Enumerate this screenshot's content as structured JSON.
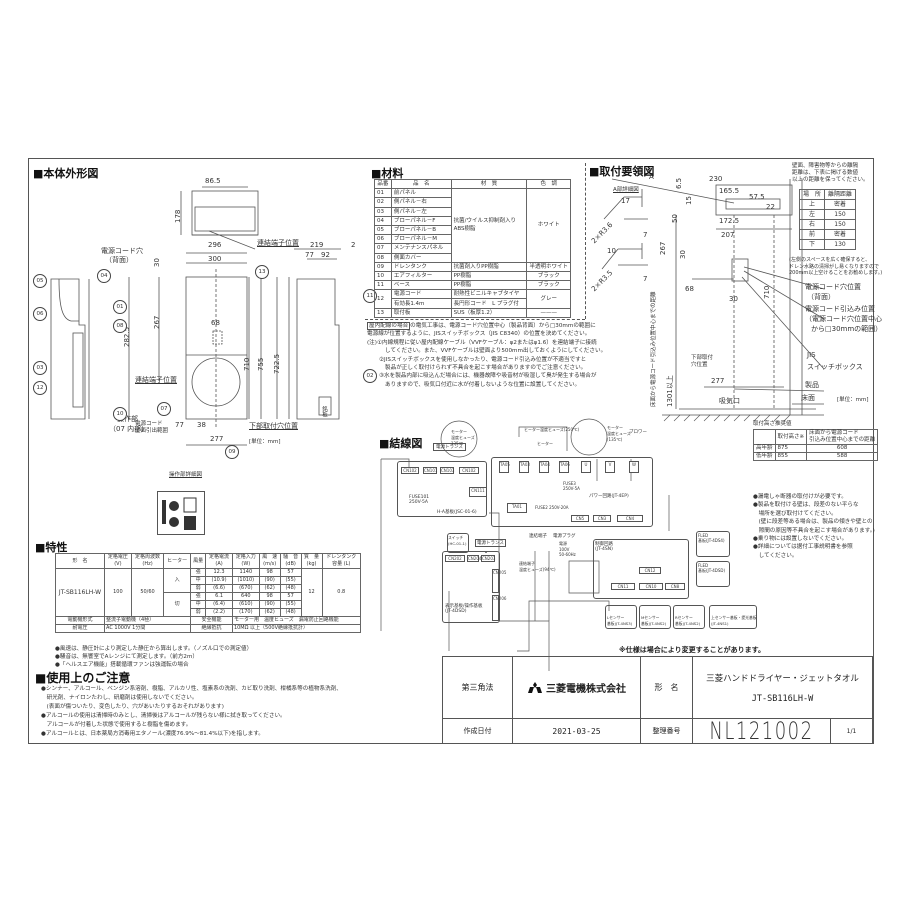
{
  "sections": {
    "exterior": "■本体外形図",
    "materials": "■材料",
    "install": "■取付要領図",
    "wiring": "■結線図",
    "specs": "■特性",
    "cautions": "■使用上のご注意"
  },
  "exterior": {
    "dims": {
      "top_w": "86.5",
      "top_h": "178",
      "w296": "296",
      "w300": "300",
      "d219": "219",
      "d77": "77",
      "d92": "92",
      "d2": "2",
      "h30": "30",
      "h267": "267",
      "h282_5": "282.5",
      "w68": "68",
      "h710": "710",
      "h755": "755",
      "h722_5": "722.5",
      "w77": "77",
      "w38": "38",
      "w277": "277"
    },
    "labels": {
      "cord_hole": "電源コード穴",
      "cord_hole_sub": "（背面）",
      "terminal_top": "連結端子位置",
      "terminal": "連結端子位置",
      "op_part": "操作部",
      "op_part_sub": "（07 内部）",
      "cord_range": "電源コード\n壁面引出範囲",
      "lower_hole": "下部取付穴位置",
      "unit": "[単位：mm]",
      "op_detail": "操作部詳細図",
      "nameplate": "銘板"
    },
    "bubbles": [
      "01",
      "02",
      "03",
      "04",
      "05",
      "06",
      "07",
      "08",
      "09",
      "10",
      "11",
      "12",
      "13"
    ]
  },
  "materials": {
    "headers": [
      "品番",
      "品　名",
      "材　質",
      "色　調"
    ],
    "rows": [
      {
        "no": "01",
        "name": "前パネル"
      },
      {
        "no": "02",
        "name": "側パネル－右"
      },
      {
        "no": "03",
        "name": "側パネル－左"
      },
      {
        "no": "04",
        "name": "ブローパネル－F"
      },
      {
        "no": "05",
        "name": "ブローパネル－B"
      },
      {
        "no": "06",
        "name": "ブローパネル－M"
      },
      {
        "no": "07",
        "name": "メンテナンスパネル"
      },
      {
        "no": "08",
        "name": "側面カバー"
      },
      {
        "no": "09",
        "name": "ドレンタンク",
        "material": "抗菌剤入りPP樹脂",
        "color": "半透明ホワイト"
      },
      {
        "no": "10",
        "name": "エアフィルター",
        "material": "PP樹脂",
        "color": "ブラック"
      },
      {
        "no": "11",
        "name": "ベース",
        "material": "PP樹脂",
        "color": "ブラック"
      },
      {
        "no": "12",
        "name": "電源コード",
        "name2": "有効長1.4m",
        "material": "耐熱性ビニルキャブタイヤ",
        "material2": "長円形コード　L プラグ付",
        "color": "グレー"
      },
      {
        "no": "13",
        "name": "取付板",
        "material": "SUS（板厚1.2）",
        "color": "———"
      }
    ],
    "group_material": "抗菌/ウイルス抑制剤入り\nABS樹脂",
    "group_color": "ホワイト"
  },
  "wiring_notes": {
    "line1_box": "屋内配線の場合",
    "line1": "の電気工事は、電源コード穴位置中心（製品背面）から□30mmの範囲に",
    "line2": "電源線が位置するように、JISスイッチボックス（JIS C8340）の位置を決めてください。",
    "line3": "(注)①内線規程に従い屋内配線ケーブル（VVFケーブル：φ2またはφ1.6）を連結端子に接続",
    "line4": "してください。また、VVFケーブルは壁面より500mm出しておくようにしてください。",
    "line5": "②JISスイッチボックスを使用しなかったり、電源コード引込み位置が不適当ですと",
    "line6": "製品が正しく取付けられず不具合を起こす場合がありますのでご注意ください。",
    "line7": "③水を製品内部に吸込んだ場合には、機器故障や吸音材が吸湿して臭が発生する場合が",
    "line8": "ありますので、吸気口付近に水が付着しないような位置に設置してください。"
  },
  "install": {
    "a_detail": "A部詳細図",
    "a_label": "A",
    "dims": {
      "d230": "230",
      "d165_5": "165.5",
      "d57_5": "57.5",
      "d6_5": "6.5",
      "d15": "15",
      "d50": "50",
      "d172_5": "172.5",
      "d207": "207",
      "d267": "267",
      "d30": "30",
      "d68": "68",
      "d30b": "30",
      "d710": "710",
      "d277": "277",
      "d1301": "1301以上",
      "d17": "17",
      "d7a": "7",
      "d10": "10",
      "d7b": "7",
      "r36": "2×R3.6",
      "r35": "2×R3.5",
      "d22": "22"
    },
    "labels": {
      "lower_hole": "下部取付\n穴位置",
      "intake": "吸気口",
      "floor_dist": "床面から電源コード引込み位置中心までの距離",
      "cord_hole": "電源コード穴位置",
      "cord_hole_sub": "（背面）",
      "cord_in": "電源コード引込み位置",
      "cord_in_sub1": "（電源コード穴位置中心",
      "cord_in_sub2": "から□30mmの範囲）",
      "jis": "JIS",
      "switch_box": "スイッチボックス",
      "product": "製品",
      "floor": "床面",
      "unit": "[単位：mm]"
    },
    "clearance_note": [
      "壁面、障害物等からの離隔",
      "距離は、下表に掲げる数値",
      "以上の距離を保ってください。"
    ],
    "clearance_headers": [
      "場　所",
      "離隔距離"
    ],
    "clearance_rows": [
      [
        "上",
        "密着"
      ],
      [
        "左",
        "150"
      ],
      [
        "右",
        "150"
      ],
      [
        "前",
        "密着"
      ],
      [
        "下",
        "130"
      ]
    ],
    "side_note": [
      "(左側のスペースを広く確保すると、",
      "ドレン水路の清掃がし易くなりますので",
      "200mm以上空けることをお勧めします。)"
    ],
    "height_title": "取付高さ推奨値",
    "height_headers": [
      "",
      "取付高さ※",
      "床面から電源コード\n引込み位置中心までの距離"
    ],
    "height_rows": [
      [
        "高年齢",
        "875",
        "608"
      ],
      [
        "低年齢",
        "855",
        "588"
      ]
    ]
  },
  "install_notes": [
    "●漏電しゃ断器の取付けが必要です。",
    "●製品を取付ける壁は、段差のない平らな",
    "　場所を選び取付けてください。",
    "　(壁に段差等ある場合は、製品の傾きや壁との",
    "　隙間の原因等不具合を起こす場合があります。)",
    "●乗り物には設置しないでください。",
    "●詳細については据付工事説明書を参照",
    "　してください。"
  ],
  "wiring": {
    "boards": {
      "ha": "H-A基板(JSC-01-6)",
      "power": "パワー回路(JT-4EP)",
      "control": "制御回路\n(JT-4SN)",
      "display": "表示基板/操作基板\n(JT-4DSD)",
      "fled1": "FLED\n基板(JT-4DS4)",
      "fled2": "FLED\n基板(JT-4DSD)",
      "sensor_l": "Lセンサー\n基板(JT-4NS3)",
      "sensor_m": "Mセンサー\n基板(JT-4NS2)",
      "sensor_r": "Rセンサー\n基板(JT-4NS2)",
      "sensor_top": "上センサー基板・提光基板\n(JT-4NS1)",
      "switch": "スイッチ\n(HC-01-1)"
    },
    "parts": {
      "trans": "電源トランス",
      "motor_fuse": "モーター\n温度ヒューズ\n135℃",
      "fuse101": "FUSE101\n250V-5A",
      "heater_grp": "ヒーター（ヒーター）",
      "heater_fuse": "ヒーター温度ヒューズ(250℃)",
      "heater": "ヒーター",
      "blower_fuse": "モーター\n温度ヒューズ\n(135℃)",
      "blower": "ブロワー",
      "fuse3": "FUSE3\n250V-5A",
      "fuse2": "FUSE2 250V-20A",
      "terminal": "連結端子",
      "plug": "電源プラグ",
      "power": "電源\n100V\n50-60Hz",
      "terminal_fuse": "連結端子\n温度ヒューズ(94℃)",
      "trans2": "電源トランス"
    },
    "connectors": [
      "CN102",
      "CN101",
      "CN103",
      "CN102",
      "CN111",
      "TA05",
      "TA03",
      "TA04",
      "TA06",
      "TA07",
      "TA08",
      "TA09",
      "TA01",
      "TA02",
      "CN5",
      "CN3",
      "CN4",
      "CN12",
      "CN11",
      "CN10",
      "CN8",
      "CN18",
      "CN19",
      "CN20",
      "CN150",
      "CN201",
      "CN203",
      "CN204",
      "CN202",
      "CN205",
      "CN206"
    ],
    "motor_terms": [
      "U",
      "V",
      "W"
    ],
    "footnote": "※仕様は場合により変更することがあります。"
  },
  "specs": {
    "headers": [
      "形　名",
      "定格電圧\n(V)",
      "定格周波数\n(Hz)",
      "ヒーター",
      "風量",
      "定格電流\n(A)",
      "定格入力\n(W)",
      "風　速\n(m/s)",
      "騒　音\n(dB)",
      "質　量\n(kg)",
      "ドレンタンク\n容量 (L)"
    ],
    "model": "JT-SB116LH-W",
    "voltage": "100",
    "freq": "50/60",
    "heater_on": "入",
    "heater_off": "切",
    "modes": [
      "強",
      "中",
      "弱"
    ],
    "on_rows": [
      [
        "12.3",
        "1140",
        "98",
        "57"
      ],
      [
        "(10.9)",
        "(1010)",
        "(90)",
        "(55)"
      ],
      [
        "(6.6)",
        "(670)",
        "(62)",
        "(48)"
      ]
    ],
    "off_rows": [
      [
        "6.1",
        "640",
        "98",
        "57"
      ],
      [
        "(6.4)",
        "(610)",
        "(90)",
        "(55)"
      ],
      [
        "(2.2)",
        "(170)",
        "(62)",
        "(48)"
      ]
    ],
    "mass": "12",
    "tank": "0.8",
    "row2": [
      "電動機形式",
      "整流子電動機（4極）",
      "安全機能",
      "モーター用　温度ヒューズ　漏電防止回路機能"
    ],
    "row3": [
      "耐電圧",
      "AC 1000V 1分間",
      "絶縁抵抗",
      "10MΩ 以上（500V絶縁抵抗計）"
    ]
  },
  "spec_notes": [
    "●風速は、静圧計により測定した静圧から算出します。（ノズル口での測定値）",
    "●騒音は、無響室でAレンジにて測定します。（前方2m）",
    "●「ヘルスエア機能」搭載循環ファンは強運転の場合"
  ],
  "cautions": [
    "●シンナー、アルコール、ベンジン系溶剤、樹脂、アルカリ性、塩素系の洗剤、カビ取り洗剤、柑橘系等の植物系洗剤、",
    "　研光剤、ナイロンたわし、研磨剤は使用しないでください。",
    "　(表面が傷ついたり、変色したり、穴があいたりするおそれがあります)",
    "●アルコールの使用は清掃時のみとし、清掃後はアルコールが残らない様に拭き取ってください。",
    "　アルコールが付着した状態で使用すると樹脂を傷めます。",
    "●アルコールとは、日本薬局方消毒用エタノール(濃度76.9%～81.4%以下)を指します。"
  ],
  "title_block": {
    "projection": "第三角法",
    "company": "三菱電機株式会社",
    "model_label": "形　名",
    "product_name": "三菱ハンドドライヤー・ジェットタオル",
    "model_no": "JT-SB116LH-W",
    "date_label": "作成日付",
    "date": "2021-03-25",
    "ref_label": "整理番号",
    "ref_no": "NL121002",
    "page": "1/1"
  },
  "colors": {
    "line": "#555555",
    "text": "#333333",
    "bg": "#ffffff"
  }
}
